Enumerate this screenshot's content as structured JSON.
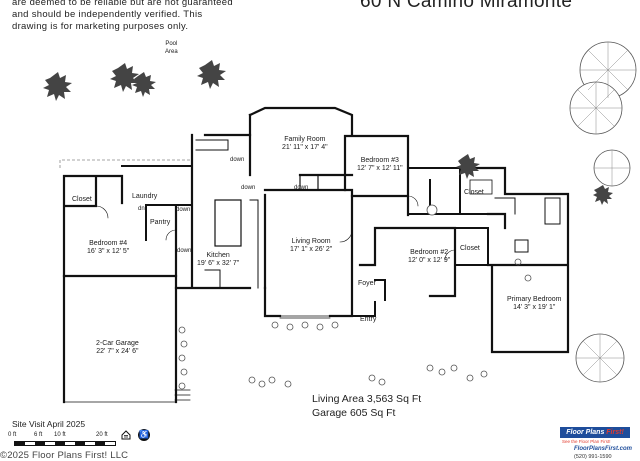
{
  "header": {
    "disclaimer_lines": [
      "are deemed to be reliable but are not guaranteed",
      "and should be independently verified. This",
      "drawing is for marketing purposes only."
    ],
    "address": "60 N Camino Miramonte"
  },
  "rooms": {
    "pool_area": {
      "name": "Pool",
      "name2": "Area"
    },
    "family_room": {
      "name": "Family Room",
      "dims": "21' 11\" x 17' 4\""
    },
    "bedroom3": {
      "name": "Bedroom #3",
      "dims": "12' 7\" x 12' 11\""
    },
    "closet_top": {
      "name": "Closet"
    },
    "closet_left": {
      "name": "Closet"
    },
    "laundry": {
      "name": "Laundry"
    },
    "pantry": {
      "name": "Pantry"
    },
    "bedroom4": {
      "name": "Bedroom #4",
      "dims": "16' 3\" x 12' 5\""
    },
    "kitchen": {
      "name": "Kitchen",
      "dims": "19' 6\" x 32' 7\""
    },
    "living_room": {
      "name": "Living Room",
      "dims": "17' 1\" x 26' 2\""
    },
    "bedroom2": {
      "name": "Bedroom #2",
      "dims": "12' 0\" x 12' 9\""
    },
    "closet_mid": {
      "name": "Closet"
    },
    "foyer": {
      "name": "Foyer"
    },
    "entry": {
      "name": "Entry"
    },
    "primary_bedroom": {
      "name": "Primary Bedroom",
      "dims": "14' 3\" x 19' 1\""
    },
    "garage": {
      "name": "2-Car Garage",
      "dims": "22' 7\" x 24' 6\""
    }
  },
  "step_labels": [
    "dn",
    "down",
    "down",
    "down",
    "down",
    "down"
  ],
  "area_summary": {
    "living": "Living Area 3,563 Sq Ft",
    "garage": "Garage 605 Sq Ft"
  },
  "site_visit": "Site Visit April 2025",
  "scale": {
    "t0": "0 ft",
    "t1": "6 ft",
    "t2": "10 ft",
    "t3": "20 ft"
  },
  "copyright": "©2025 Floor Plans First! LLC",
  "logo": {
    "brand_a": "Floor Plans ",
    "brand_b": "First!",
    "tagline": "See the Floor Plan First!",
    "site": "FloorPlansFirst.com",
    "phone": "(520) 991-1590"
  },
  "colors": {
    "wall": "#111111",
    "line": "#333333",
    "tree": "#bbbbbb"
  },
  "icons": [
    "equal-housing-icon",
    "wheelchair-icon",
    "tree-icon",
    "palm-icon"
  ]
}
